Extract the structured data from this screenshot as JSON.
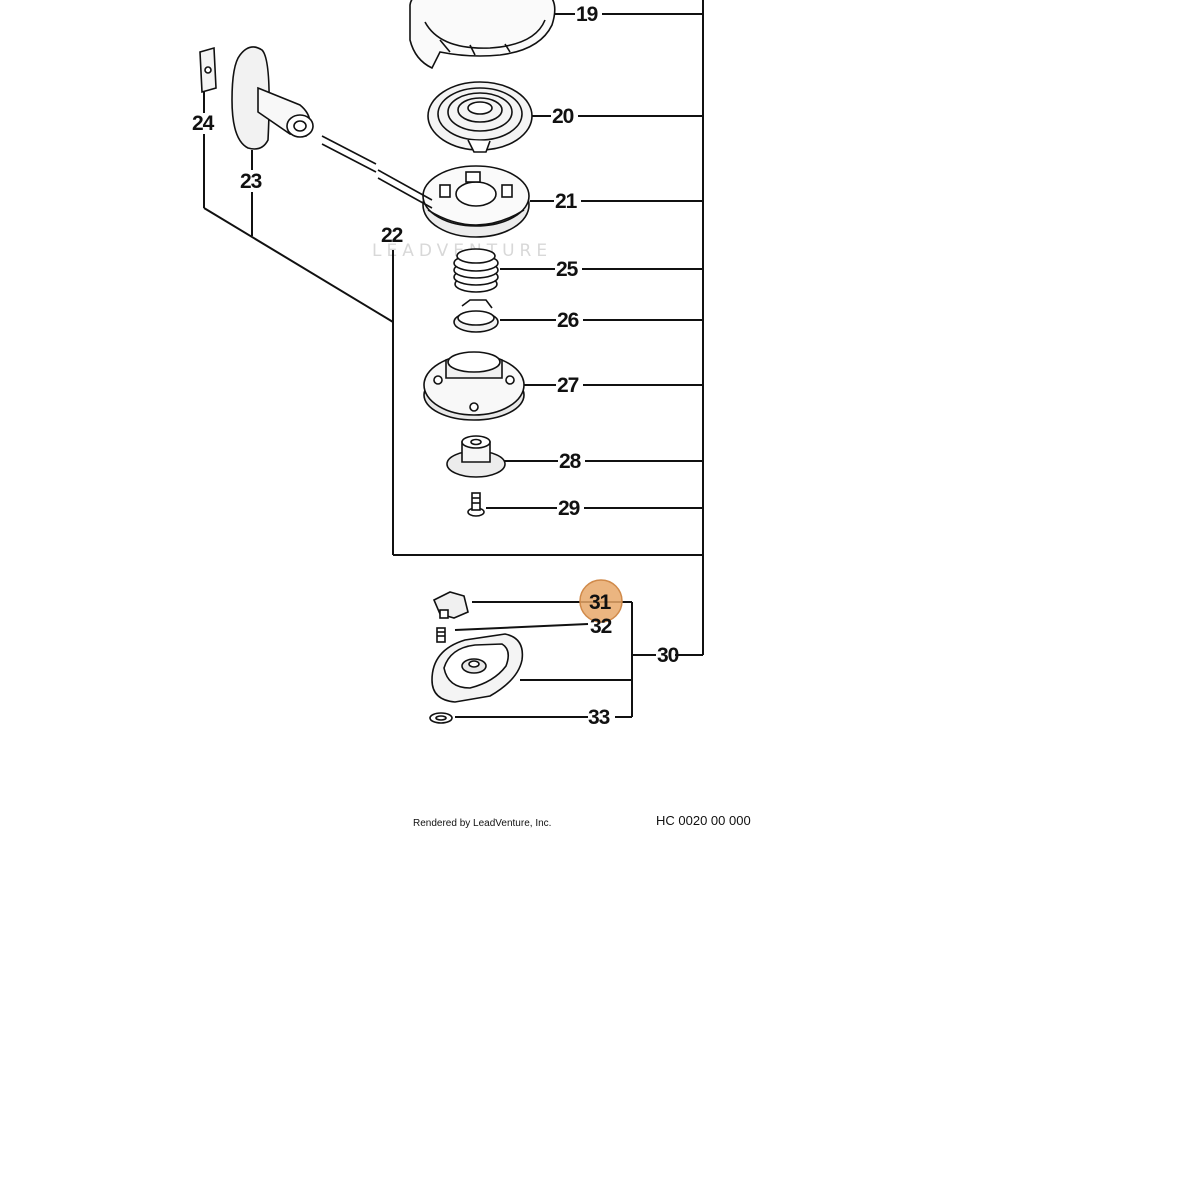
{
  "labels": {
    "p19": "19",
    "p20": "20",
    "p21": "21",
    "p22": "22",
    "p23": "23",
    "p24": "24",
    "p25": "25",
    "p26": "26",
    "p27": "27",
    "p28": "28",
    "p29": "29",
    "p30": "30",
    "p31": "31",
    "p32": "32",
    "p33": "33"
  },
  "highlight": {
    "part": "31",
    "color": "#e8a86a"
  },
  "watermark": "LEADVENTURE",
  "footer": {
    "credit": "Rendered by LeadVenture, Inc.",
    "code": "HC 0020 00 000"
  }
}
